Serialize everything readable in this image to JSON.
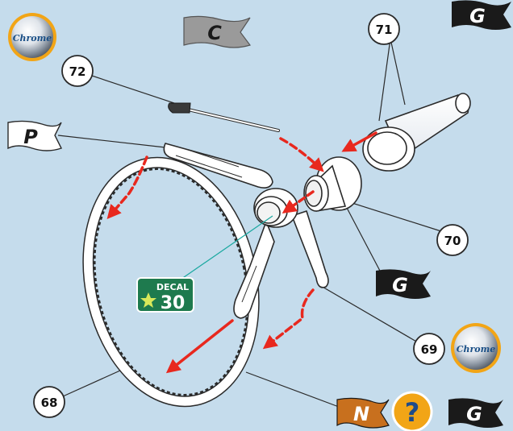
{
  "callouts": {
    "c68": "68",
    "c69": "69",
    "c70": "70",
    "c71": "71",
    "c72": "72"
  },
  "flags": {
    "flag_p": "P",
    "flag_c": "C",
    "flag_g_top": "G",
    "flag_g_mid": "G",
    "flag_g_bottom": "G",
    "flag_n": "N"
  },
  "badges": {
    "chrome_top": "Chrome",
    "chrome_bottom": "Chrome",
    "decal_title": "DECAL",
    "decal_number": "30",
    "help": "?"
  },
  "colors": {
    "background": "#c5dcec",
    "arrow": "#e8281e",
    "flag_grey": "#9a9a9a",
    "flag_dark": "#1a1a1a",
    "flag_orange": "#c8701e",
    "decal_green": "#1e7a4e",
    "help_orange": "#f2a516"
  }
}
